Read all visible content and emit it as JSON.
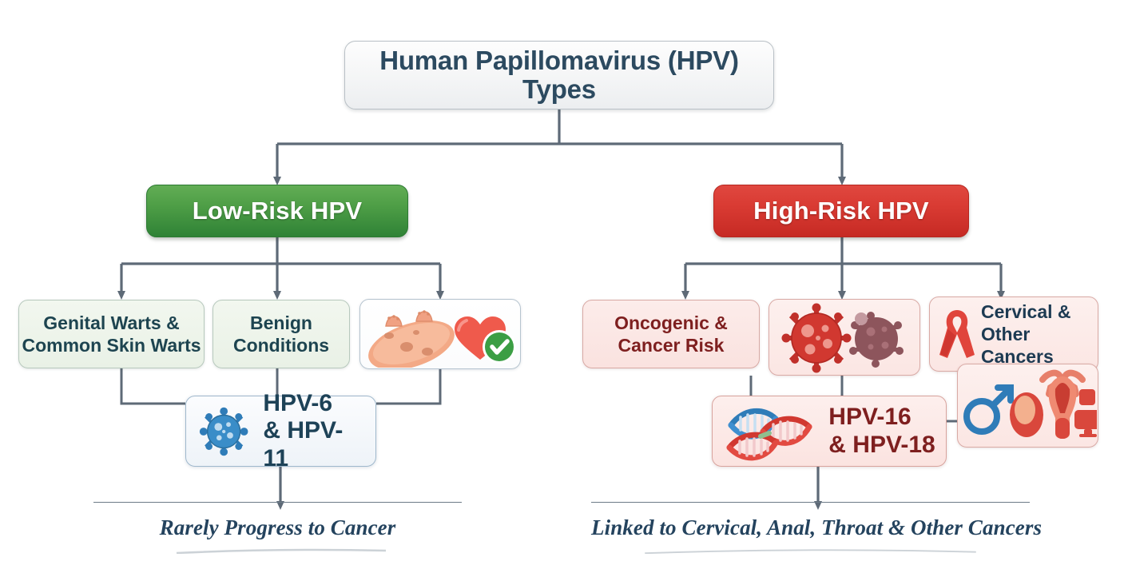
{
  "diagram": {
    "title": "Human Papillomavirus (HPV) Types",
    "background_color": "#ffffff",
    "connector_color": "#5e6a77"
  },
  "root": {
    "label": "Human Papillomavirus (HPV) Types"
  },
  "branches": [
    {
      "id": "low-risk",
      "label": "Low-Risk HPV",
      "accent_color": "#3f8c3f",
      "leaves": [
        {
          "id": "genital-warts",
          "label": "Genital Warts &\nCommon Skin Warts",
          "kind": "text"
        },
        {
          "id": "benign-conditions",
          "label": "Benign\nConditions",
          "kind": "text"
        },
        {
          "id": "wart-skin-heart-illustration",
          "label": "",
          "kind": "image",
          "icons": [
            "wart-skin-icon",
            "heart-icon",
            "green-check-badge-icon"
          ]
        }
      ],
      "type_node": {
        "id": "hpv-6-11",
        "label": "HPV-6\n& HPV-11",
        "icons": [
          "blue-virus-icon"
        ]
      },
      "footer": "Rarely Progress to Cancer"
    },
    {
      "id": "high-risk",
      "label": "High-Risk HPV",
      "accent_color": "#d03228",
      "leaves": [
        {
          "id": "oncogenic-cancer-risk",
          "label": "Oncogenic &\nCancer Risk",
          "kind": "text"
        },
        {
          "id": "red-virus-illustration",
          "label": "",
          "kind": "image",
          "icons": [
            "red-virus-icon",
            "mauve-virus-icon"
          ]
        },
        {
          "id": "cervical-other-cancers",
          "label": "Cervical &\nOther Cancers",
          "kind": "text-icon",
          "icons": [
            "red-awareness-ribbon-icon"
          ]
        }
      ],
      "type_node": {
        "id": "hpv-16-18",
        "label": "HPV-16\n& HPV-18",
        "icons": [
          "blue-dna-helix-icon",
          "red-dna-helix-icon"
        ]
      },
      "anatomy_node": {
        "id": "anatomy-illustration",
        "icons": [
          "male-symbol-icon",
          "ovary-icon",
          "uterus-icon",
          "organ-icon"
        ]
      },
      "footer": "Linked to Cervical, Anal, Throat & Other Cancers"
    }
  ],
  "colors": {
    "title_text": "#2c4a60",
    "low_risk_green": "#3f8c3f",
    "high_risk_red": "#d03228",
    "leaf_green_text": "#1d4450",
    "leaf_pink_text": "#7e1f1f",
    "footer_text": "#24435e",
    "connector": "#5e6a77"
  }
}
